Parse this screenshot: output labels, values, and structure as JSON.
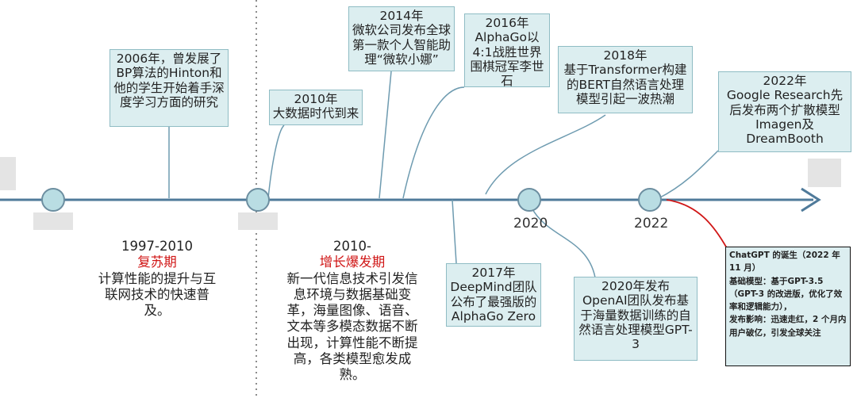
{
  "axis": {
    "tick_labels": [
      "2020",
      "2022"
    ]
  },
  "events": [
    {
      "id": "e2006",
      "year": "2006年，",
      "text": "曾发展了BP算法的Hinton和他的学生开始着手深度学习方面的研究"
    },
    {
      "id": "e2010",
      "year": "2010年",
      "text": "大数据时代到来"
    },
    {
      "id": "e2014",
      "year": "2014年",
      "text": "微软公司发布全球第一款个人智能助理“微软小娜”"
    },
    {
      "id": "e2016",
      "year": "2016年",
      "text": "AlphaGo以4:1战胜世界围棋冠军李世石"
    },
    {
      "id": "e2018",
      "year": "2018年",
      "text": "基于Transformer构建的BERT自然语言处理模型引起一波热潮"
    },
    {
      "id": "e2022",
      "year": "2022年",
      "text": "Google Research先后发布两个扩散模型Imagen及DreamBooth"
    },
    {
      "id": "e2017",
      "year": "2017年",
      "text": "DeepMind团队公布了最强版的AlphaGo Zero"
    },
    {
      "id": "e2020",
      "year": "2020年发布",
      "text": "OpenAI团队发布基于海量数据训练的自然语言处理模型GPT-3"
    }
  ],
  "periods": [
    {
      "range": "1997-2010",
      "name": "复苏期",
      "desc": "计算性能的提升与互联网技术的快速普及。"
    },
    {
      "range": "2010-",
      "name": "增长爆发期",
      "desc": "新一代信息技术引发信息环境与数据基础变革，海量图像、语音、文本等多模态数据不断出现，计算性能不断提高，各类模型愈发成熟。"
    }
  ],
  "chatgpt_note": {
    "line1": "ChatGPT 的诞生（2022 年 11 月）",
    "line2": "基础模型：基于GPT-3.5（GPT-3 的改进版，优化了效率和逻辑能力），",
    "line3": "发布影响：迅速走红，2 个月内用户破亿，引发全球关注"
  },
  "colors": {
    "axis": "#4f7a9a",
    "box_fill": "#dceef0",
    "highlight": "#d01515"
  }
}
